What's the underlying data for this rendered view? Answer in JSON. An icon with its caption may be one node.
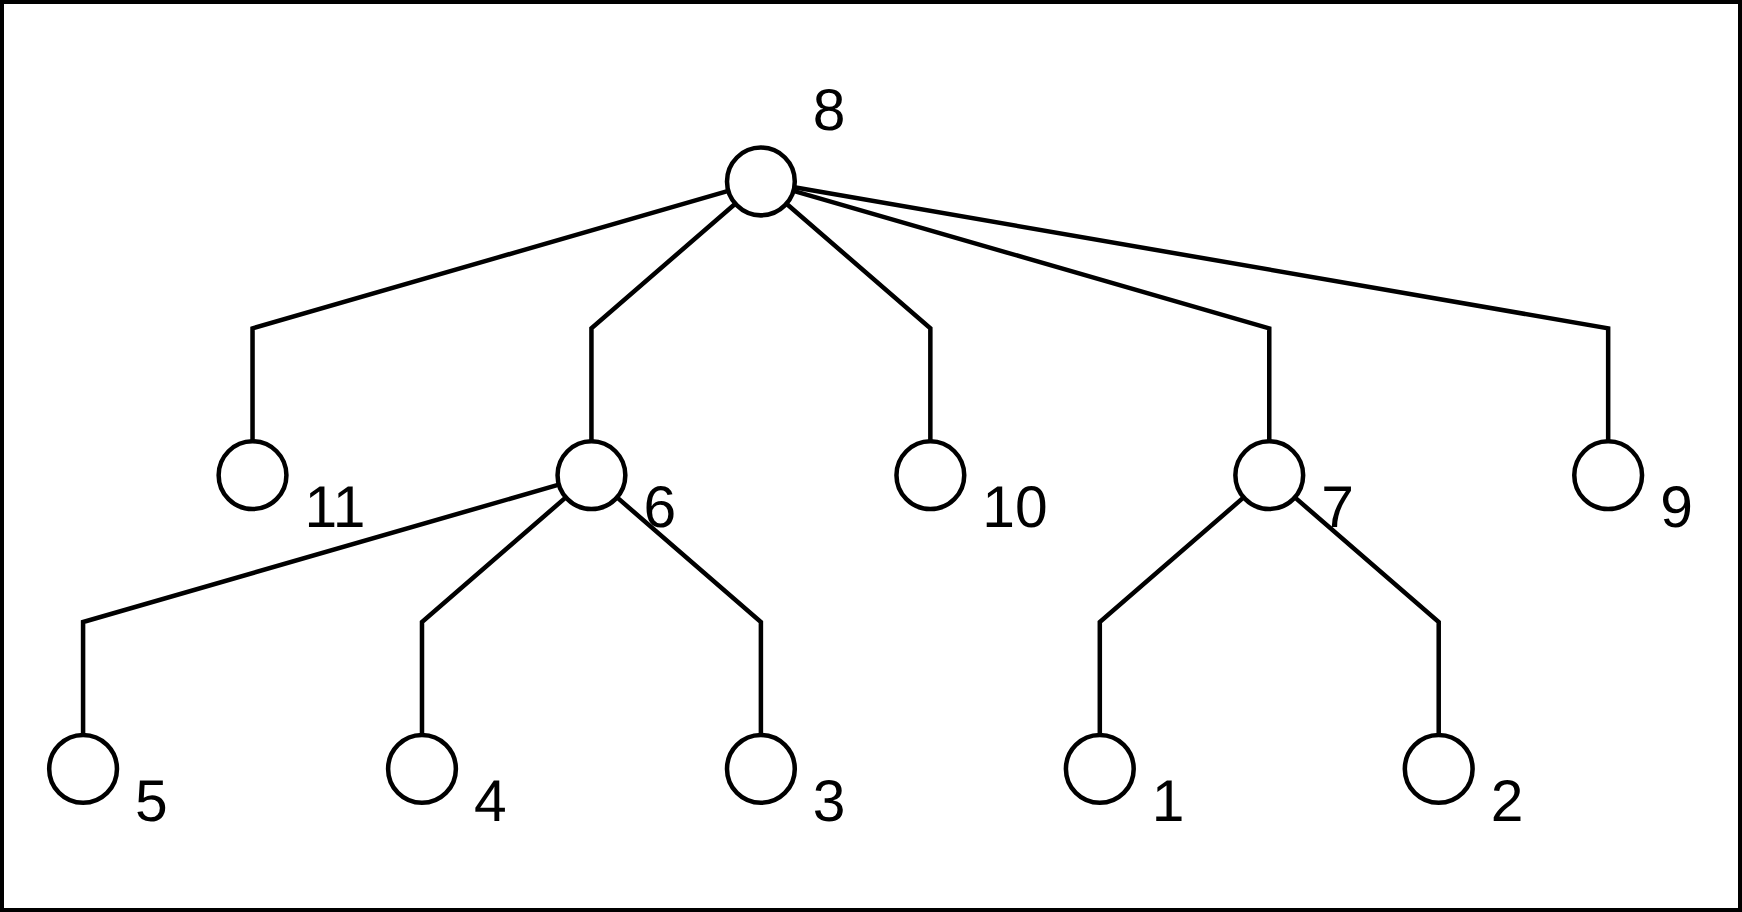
{
  "diagram": {
    "nodes": [
      {
        "text": [],
        "shape": "circle",
        "beside": [
          "11"
        ]
      },
      {
        "text": [],
        "shape": "circle",
        "beside": [
          "6"
        ]
      },
      {
        "text": [],
        "shape": "circle",
        "beside": [
          "5"
        ]
      },
      {
        "text": [],
        "shape": "circle",
        "beside": [
          "8"
        ]
      },
      {
        "text": [],
        "shape": "circle",
        "beside": [
          "10"
        ]
      },
      {
        "text": [],
        "shape": "circle",
        "beside": [
          "4"
        ]
      },
      {
        "text": [],
        "shape": "circle",
        "beside": [
          "7"
        ]
      },
      {
        "text": [],
        "shape": "circle",
        "beside": [
          "3"
        ]
      },
      {
        "text": [],
        "shape": "circle",
        "beside": [
          "9"
        ]
      },
      {
        "text": [],
        "shape": "circle",
        "beside": [
          "2"
        ]
      },
      {
        "text": [],
        "shape": "circle",
        "beside": [
          "1"
        ]
      }
    ],
    "edges": [
      {
        "from": 3,
        "to": 0,
        "arrow": "none"
      },
      {
        "from": 3,
        "to": 4,
        "arrow": "none"
      },
      {
        "from": 3,
        "to": 1,
        "arrow": "none"
      },
      {
        "from": 3,
        "to": 6,
        "arrow": "none"
      },
      {
        "from": 3,
        "to": 8,
        "arrow": "none"
      },
      {
        "from": 1,
        "to": 2,
        "arrow": "none"
      },
      {
        "from": 1,
        "to": 5,
        "arrow": "none"
      },
      {
        "from": 1,
        "to": 7,
        "arrow": "none"
      },
      {
        "from": 6,
        "to": 10,
        "arrow": "none"
      },
      {
        "from": 6,
        "to": 9,
        "arrow": "none"
      }
    ]
  }
}
